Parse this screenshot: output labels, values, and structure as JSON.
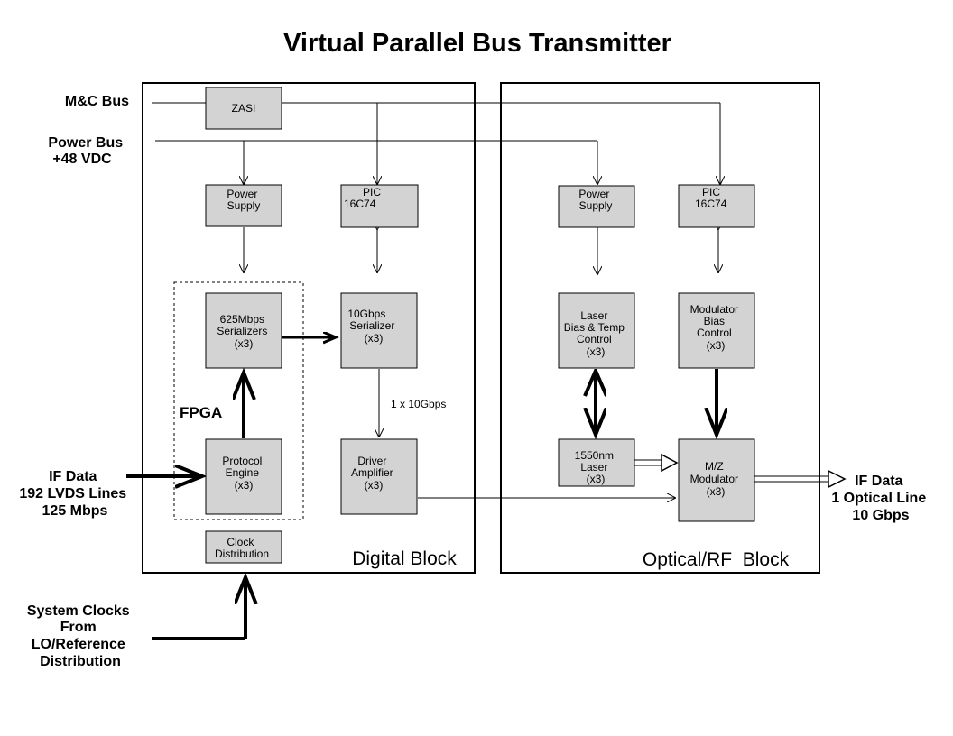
{
  "title": "Virtual Parallel Bus Transmitter",
  "inputs": {
    "mc_bus": "M&C Bus",
    "power_bus": [
      "Power Bus",
      "+48 VDC"
    ],
    "if_data_in": [
      "IF Data",
      "192 LVDS Lines",
      "125 Mbps"
    ],
    "system_clocks": [
      "System Clocks",
      "From",
      "LO/Reference",
      "Distribution"
    ]
  },
  "outputs": {
    "if_data_out": [
      "IF Data",
      "1 Optical Line",
      "10 Gbps"
    ]
  },
  "digital_block": {
    "label": "Digital Block",
    "fpga_label": "FPGA",
    "zasi": [
      "ZASI"
    ],
    "power_supply": [
      "Power",
      "Supply"
    ],
    "pic": [
      "PIC",
      "16C74"
    ],
    "serializers_625": [
      "625Mbps",
      "Serializers",
      "(x3)"
    ],
    "serializer_10g": [
      "10Gbps",
      "Serializer",
      "(x3)"
    ],
    "protocol_engine": [
      "Protocol",
      "Engine",
      "(x3)"
    ],
    "driver_amplifier": [
      "Driver",
      "Amplifier",
      "(x3)"
    ],
    "clock_distribution": [
      "Clock",
      "Distribution"
    ],
    "link_label": "1 x 10Gbps"
  },
  "optical_block": {
    "label": "Optical/RF  Block",
    "power_supply": [
      "Power",
      "Supply"
    ],
    "pic": [
      "PIC",
      "16C74"
    ],
    "laser_bias": [
      "Laser",
      "Bias & Temp",
      "Control",
      "(x3)"
    ],
    "modulator_bias": [
      "Modulator",
      "Bias",
      "Control",
      "(x3)"
    ],
    "laser_1550": [
      "1550nm",
      "Laser",
      "(x3)"
    ],
    "mz_modulator": [
      "M/Z",
      "Modulator",
      "(x3)"
    ]
  }
}
